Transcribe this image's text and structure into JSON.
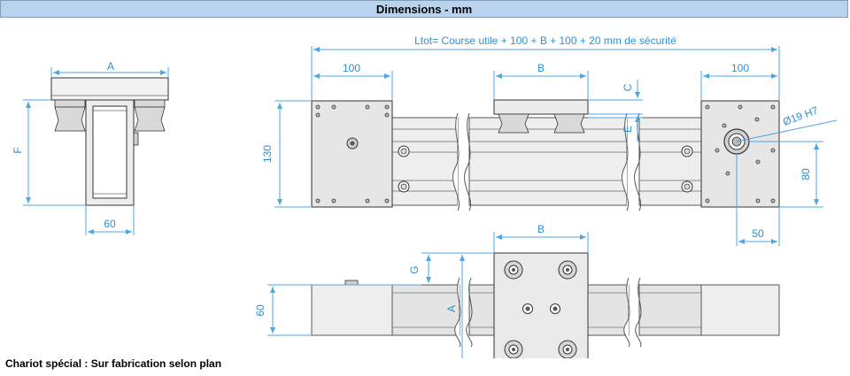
{
  "header": {
    "title": "Dimensions - mm"
  },
  "footnote": "Chariot spécial : Sur fabrication selon plan",
  "colors": {
    "header_bg": "#b9d3ee",
    "dimension": "#2f8fd2",
    "part_fill": "#e9e9e9"
  },
  "labels": {
    "ltot": "Ltot= Course utile + 100 + B + 100 + 20 mm de sécurité",
    "top_100_left": "100",
    "top_b": "B",
    "top_100_right": "100",
    "c": "C",
    "e": "E",
    "h130": "130",
    "bore": "Ø19 H7",
    "h80": "80",
    "w50": "50",
    "end_a": "A",
    "end_f": "F",
    "end_60": "60",
    "bottom_b": "B",
    "bottom_g": "G",
    "bottom_a": "A",
    "bottom_60": "60"
  }
}
